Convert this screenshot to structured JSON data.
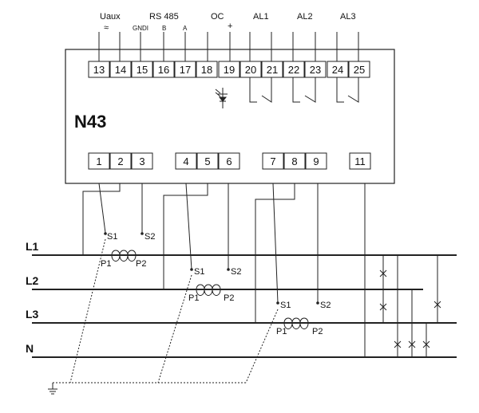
{
  "device": {
    "model": "N43"
  },
  "top_labels": {
    "uaux": "Uaux",
    "uaux_symbol": "≈",
    "rs485": "RS 485",
    "gnd": "GNDI",
    "b": "B",
    "a": "A",
    "oc": "OC",
    "oc_plus": "+",
    "al1": "AL1",
    "al2": "AL2",
    "al3": "AL3"
  },
  "top_terminals": [
    "13",
    "14",
    "15",
    "16",
    "17",
    "18",
    "19",
    "20",
    "21",
    "22",
    "23",
    "24",
    "25"
  ],
  "bottom_terminals": [
    "1",
    "2",
    "3",
    "4",
    "5",
    "6",
    "7",
    "8",
    "9",
    "11"
  ],
  "lines": {
    "l1": "L1",
    "l2": "L2",
    "l3": "L3",
    "n": "N"
  },
  "ct": {
    "s1": "S1",
    "s2": "S2",
    "p1": "P1",
    "p2": "P2",
    "sub1": "1",
    "sub2": "2"
  }
}
